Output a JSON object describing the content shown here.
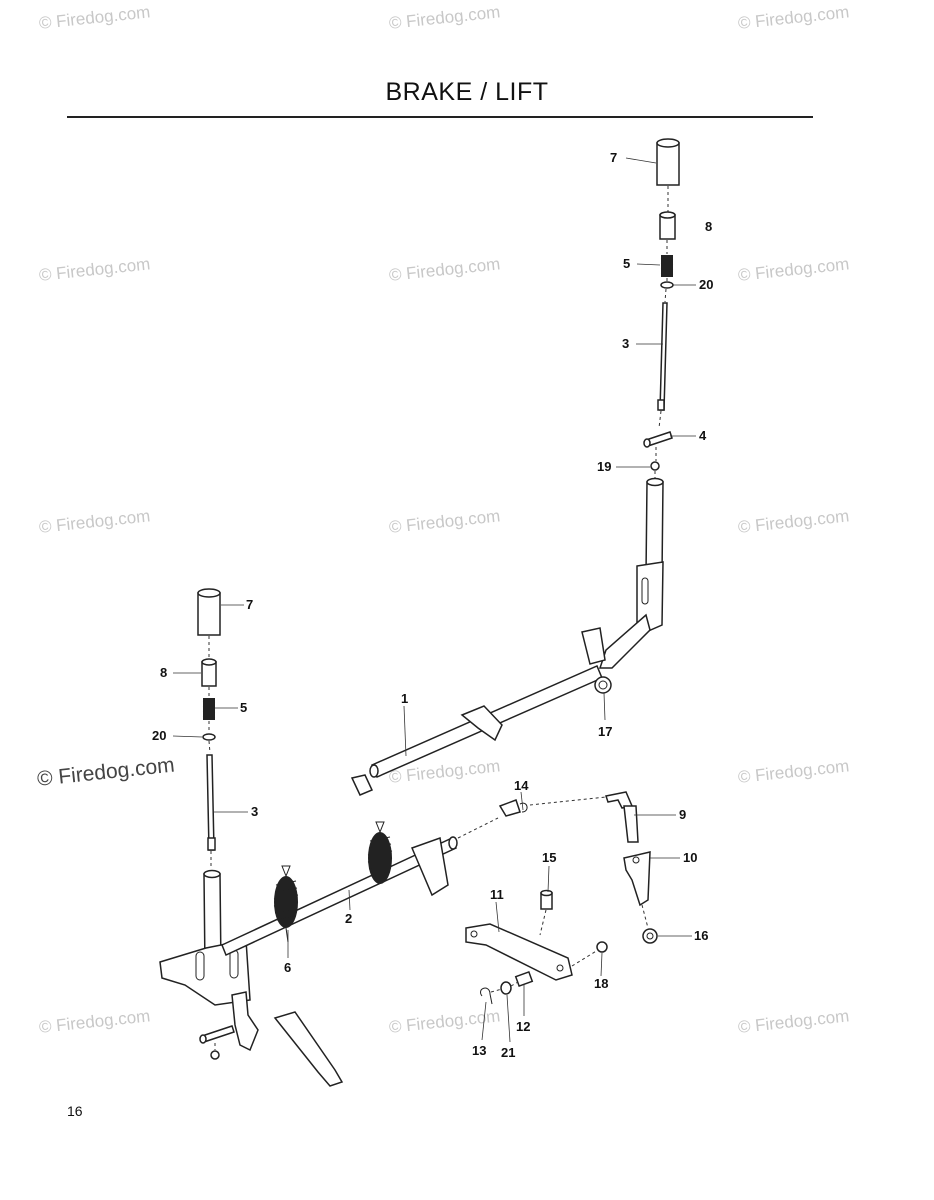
{
  "header": {
    "title": "BRAKE / LIFT",
    "page_number": "16"
  },
  "watermark": {
    "text": "© Firedog.com"
  },
  "callouts": [
    {
      "id": "c7a",
      "text": "7"
    },
    {
      "id": "c8a",
      "text": "8"
    },
    {
      "id": "c5a",
      "text": "5"
    },
    {
      "id": "c20a",
      "text": "20"
    },
    {
      "id": "c3a",
      "text": "3"
    },
    {
      "id": "c4",
      "text": "4"
    },
    {
      "id": "c19",
      "text": "19"
    },
    {
      "id": "c17",
      "text": "17"
    },
    {
      "id": "c1",
      "text": "1"
    },
    {
      "id": "c7b",
      "text": "7"
    },
    {
      "id": "c8b",
      "text": "8"
    },
    {
      "id": "c5b",
      "text": "5"
    },
    {
      "id": "c20b",
      "text": "20"
    },
    {
      "id": "c3b",
      "text": "3"
    },
    {
      "id": "c14",
      "text": "14"
    },
    {
      "id": "c9",
      "text": "9"
    },
    {
      "id": "c10",
      "text": "10"
    },
    {
      "id": "c15",
      "text": "15"
    },
    {
      "id": "c11",
      "text": "11"
    },
    {
      "id": "c2",
      "text": "2"
    },
    {
      "id": "c6",
      "text": "6"
    },
    {
      "id": "c16",
      "text": "16"
    },
    {
      "id": "c18",
      "text": "18"
    },
    {
      "id": "c12",
      "text": "12"
    },
    {
      "id": "c13",
      "text": "13"
    },
    {
      "id": "c21",
      "text": "21"
    }
  ]
}
